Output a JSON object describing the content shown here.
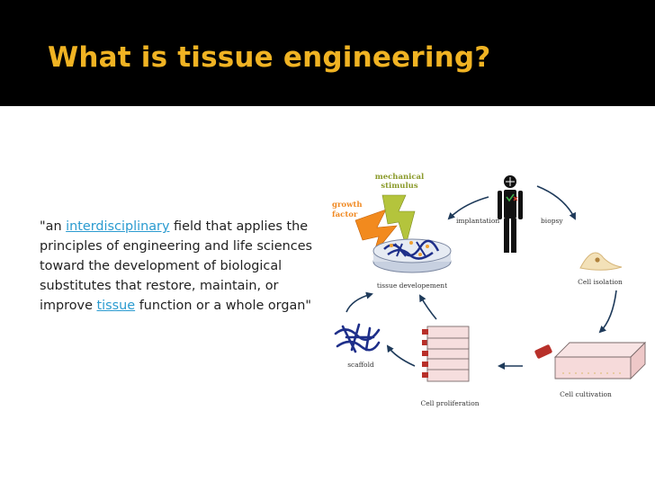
{
  "slide": {
    "title": "What is tissue engineering?",
    "definition": {
      "part1": "\"an ",
      "link1": "interdisciplinary",
      "part2": " field that applies the principles of engineering and life sciences toward the development of biological substitutes that restore, maintain, or improve ",
      "link2": "tissue",
      "part3": " function or a whole organ\""
    },
    "colors": {
      "header_bg": "#000000",
      "title": "#f0b323",
      "link": "#2b9bd0",
      "growth_factor": "#f08a24",
      "mechanical_stimulus": "#8a9a2a"
    }
  },
  "diagram": {
    "mechanical_line1": "mechanical",
    "mechanical_line2": "stimulus",
    "growth_line1": "growth",
    "growth_line2": "factor",
    "implantation": "implantation",
    "biopsy": "biopsy",
    "tissue_development": "tissue developement",
    "cell_isolation": "Cell isolation",
    "scaffold": "scaffold",
    "cell_cultivation": "Cell cultivation",
    "cell_proliferation": "Cell proliferation"
  }
}
